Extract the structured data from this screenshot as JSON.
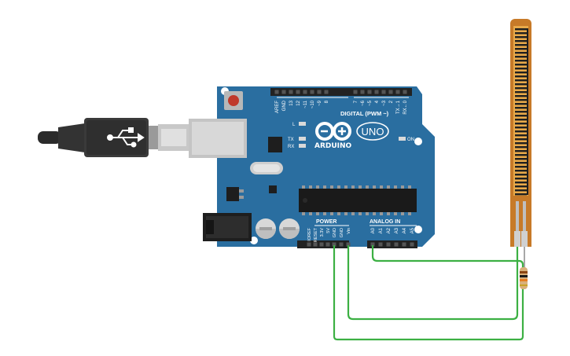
{
  "board": {
    "brand": "ARDUINO",
    "model": "UNO",
    "digital_header_label": "DIGITAL (PWM ~)",
    "power_header_label": "POWER",
    "analog_header_label": "ANALOG IN",
    "led_l": "L",
    "led_tx": "TX",
    "led_rx": "RX",
    "led_on": "ON",
    "digital_pins": [
      "AREF",
      "GND",
      "13",
      "12",
      "~11",
      "~10",
      "~9",
      "8",
      "7",
      "~6",
      "~5",
      "4",
      "~3",
      "2",
      "TX→1",
      "RX←0"
    ],
    "power_pins": [
      "IOREF",
      "RESET",
      "3.3V",
      "5V",
      "GND",
      "GND",
      "Vin"
    ],
    "analog_pins": [
      "A0",
      "A1",
      "A2",
      "A3",
      "A4",
      "A5"
    ]
  },
  "colors": {
    "board_blue": "#2a6ea0",
    "wire_green": "#3cb043",
    "flex_copper": "#c77a28",
    "usb_black": "#2b2b2b"
  },
  "components": {
    "usb_cable": "usb-b-cable",
    "flex_sensor": "flex-sensor",
    "resistor": "resistor"
  }
}
